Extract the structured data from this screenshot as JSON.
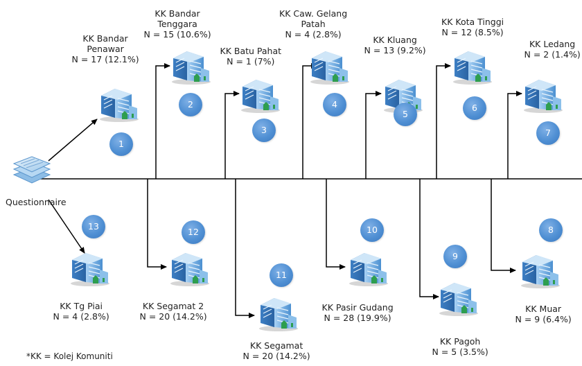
{
  "source": {
    "label": "Questionnaire",
    "icon": "questionnaire-icon"
  },
  "footnote": "*KK = Kolej Komuniti",
  "colors": {
    "badge": "#4f8fd3",
    "line": "#000000",
    "building": "#5b9bd5"
  },
  "nodes": [
    {
      "id": "1",
      "badge": "1",
      "name": [
        "KK Bandar",
        "Penawar"
      ],
      "n": "N = 17 (12.1%)",
      "icon": "building-icon"
    },
    {
      "id": "2",
      "badge": "2",
      "name": [
        "KK Bandar",
        "Tenggara"
      ],
      "n": "N = 15 (10.6%)",
      "icon": "building-icon"
    },
    {
      "id": "3",
      "badge": "3",
      "name": [
        "KK  Batu Pahat"
      ],
      "n": "N = 1 (7%)",
      "icon": "building-icon"
    },
    {
      "id": "4",
      "badge": "4",
      "name": [
        "KK Caw. Gelang",
        "Patah"
      ],
      "n": "N = 4 (2.8%)",
      "icon": "building-icon"
    },
    {
      "id": "5",
      "badge": "5",
      "name": [
        "KK Kluang"
      ],
      "n": "N = 13 (9.2%)",
      "icon": "building-icon"
    },
    {
      "id": "6",
      "badge": "6",
      "name": [
        "KK Kota Tinggi"
      ],
      "n": "N = 12 (8.5%)",
      "icon": "building-icon"
    },
    {
      "id": "7",
      "badge": "7",
      "name": [
        "KK Ledang"
      ],
      "n": "N = 2 (1.4%)",
      "icon": "building-icon"
    },
    {
      "id": "8",
      "badge": "8",
      "name": [
        "KK Muar"
      ],
      "n": "N = 9 (6.4%)",
      "icon": "building-icon"
    },
    {
      "id": "9",
      "badge": "9",
      "name": [
        "KK Pagoh"
      ],
      "n": "N = 5 (3.5%)",
      "icon": "building-icon"
    },
    {
      "id": "10",
      "badge": "10",
      "name": [
        "KK Pasir Gudang"
      ],
      "n": "N = 28 (19.9%)",
      "icon": "building-icon"
    },
    {
      "id": "11",
      "badge": "11",
      "name": [
        "KK Segamat"
      ],
      "n": "N = 20 (14.2%)",
      "icon": "building-icon"
    },
    {
      "id": "12",
      "badge": "12",
      "name": [
        "KK Segamat 2"
      ],
      "n": "N = 20 (14.2%)",
      "icon": "building-icon"
    },
    {
      "id": "13",
      "badge": "13",
      "name": [
        "KK Tg Piai"
      ],
      "n": "N = 4 (2.8%)",
      "icon": "building-icon"
    }
  ]
}
